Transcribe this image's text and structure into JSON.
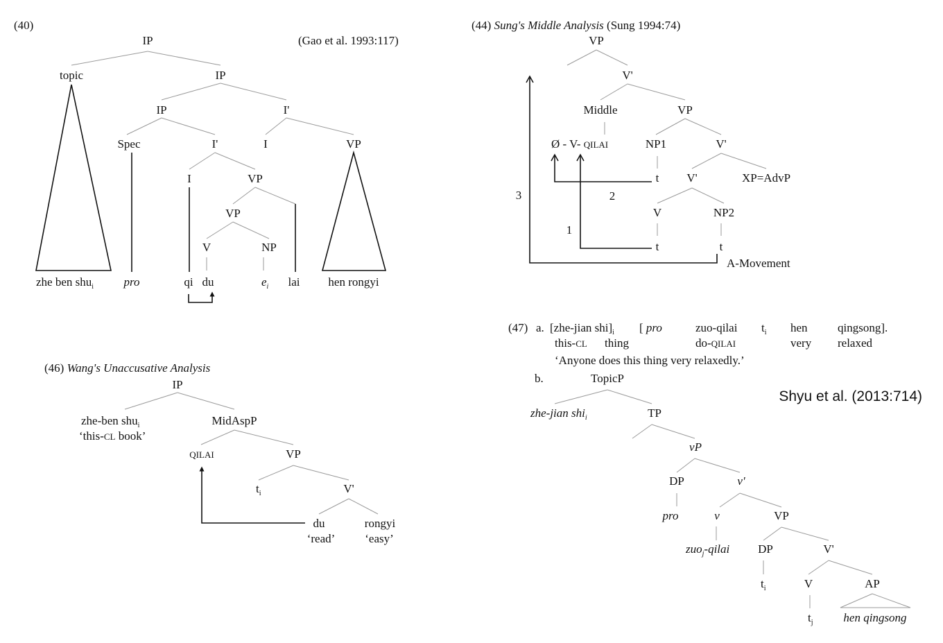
{
  "tree40": {
    "number": "(40)",
    "citation": "(Gao et al. 1993:117)",
    "ip_top": "IP",
    "topic": "topic",
    "ip_2": "IP",
    "ip_3": "IP",
    "i_bar_1": "I'",
    "spec": "Spec",
    "i_bar_2": "I'",
    "i_1": "I",
    "vp_1": "VP",
    "i_2": "I",
    "vp_2": "VP",
    "vp_3": "VP",
    "v": "V",
    "np": "NP",
    "leaf_zhe": "zhe ben shu",
    "leaf_zhe_sub": "i",
    "leaf_pro": "pro",
    "leaf_qi": "qi",
    "leaf_du": "du",
    "leaf_e": "e",
    "leaf_e_sub": "i",
    "leaf_lai": "lai",
    "leaf_hen": "hen rongyi"
  },
  "tree44": {
    "number": "(44)",
    "title": "Sung's Middle Analysis",
    "citation": "(Sung 1994:74)",
    "vp_top": "VP",
    "v_bar_1": "V'",
    "middle": "Middle",
    "vp_2": "VP",
    "middle_leaf": "Ø - V- ",
    "middle_leaf_sc": "QILAI",
    "np1": "NP1",
    "v_bar_2": "V'",
    "t_1": "t",
    "v_bar_3": "V'",
    "xp": "XP=AdvP",
    "v": "V",
    "np2": "NP2",
    "t_2": "t",
    "t_3": "t",
    "label_1": "1",
    "label_2": "2",
    "label_3": "3",
    "a_movement": "A-Movement"
  },
  "tree46": {
    "number": "(46)",
    "title": "Wang's Unaccusative Analysis",
    "ip": "IP",
    "subject": "zhe-ben shu",
    "subject_sub": "i",
    "subject_gloss_1": "‘this-",
    "subject_gloss_sc": "CL",
    "subject_gloss_2": " book’",
    "midaspp": "MidAspP",
    "qilai": "QILAI",
    "vp": "VP",
    "t": "t",
    "t_sub": "i",
    "v_bar": "V'",
    "du": "du",
    "du_gloss": "‘read’",
    "rongyi": "rongyi",
    "rongyi_gloss": "‘easy’"
  },
  "ex47": {
    "number": "(47)",
    "a_label": "a.",
    "a_w1": "[zhe-jian shi]",
    "a_w1_sub": "i",
    "a_w2": "[",
    "a_w2_it": "pro",
    "a_w3": "zuo-qilai",
    "a_w4": "t",
    "a_w4_sub": "i",
    "a_w5": "hen",
    "a_w6": "qingsong].",
    "gloss_1": "this-",
    "gloss_1_sc": "CL",
    "gloss_2": "thing",
    "gloss_3": "do-",
    "gloss_3_sc": "QILAI",
    "gloss_4": "very",
    "gloss_5": "relaxed",
    "translation": "‘Anyone does this thing very relaxedly.’",
    "b_label": "b.",
    "topicp": "TopicP",
    "topic": "zhe-jian shi",
    "topic_sub": "i",
    "tp": "TP",
    "vp_little": "vP",
    "dp_1": "DP",
    "v_little_bar": "v'",
    "pro": "pro",
    "v_little": "v",
    "vp": "VP",
    "zuo": "zuo",
    "zuo_sub": "j",
    "qilai": "-qilai",
    "dp_2": "DP",
    "v_bar": "V'",
    "t_i": "t",
    "t_i_sub": "i",
    "v": "V",
    "ap": "AP",
    "t_j": "t",
    "t_j_sub": "j",
    "hen_qingsong": "hen qingsong",
    "attribution": "Shyu et al. (2013:714)"
  }
}
